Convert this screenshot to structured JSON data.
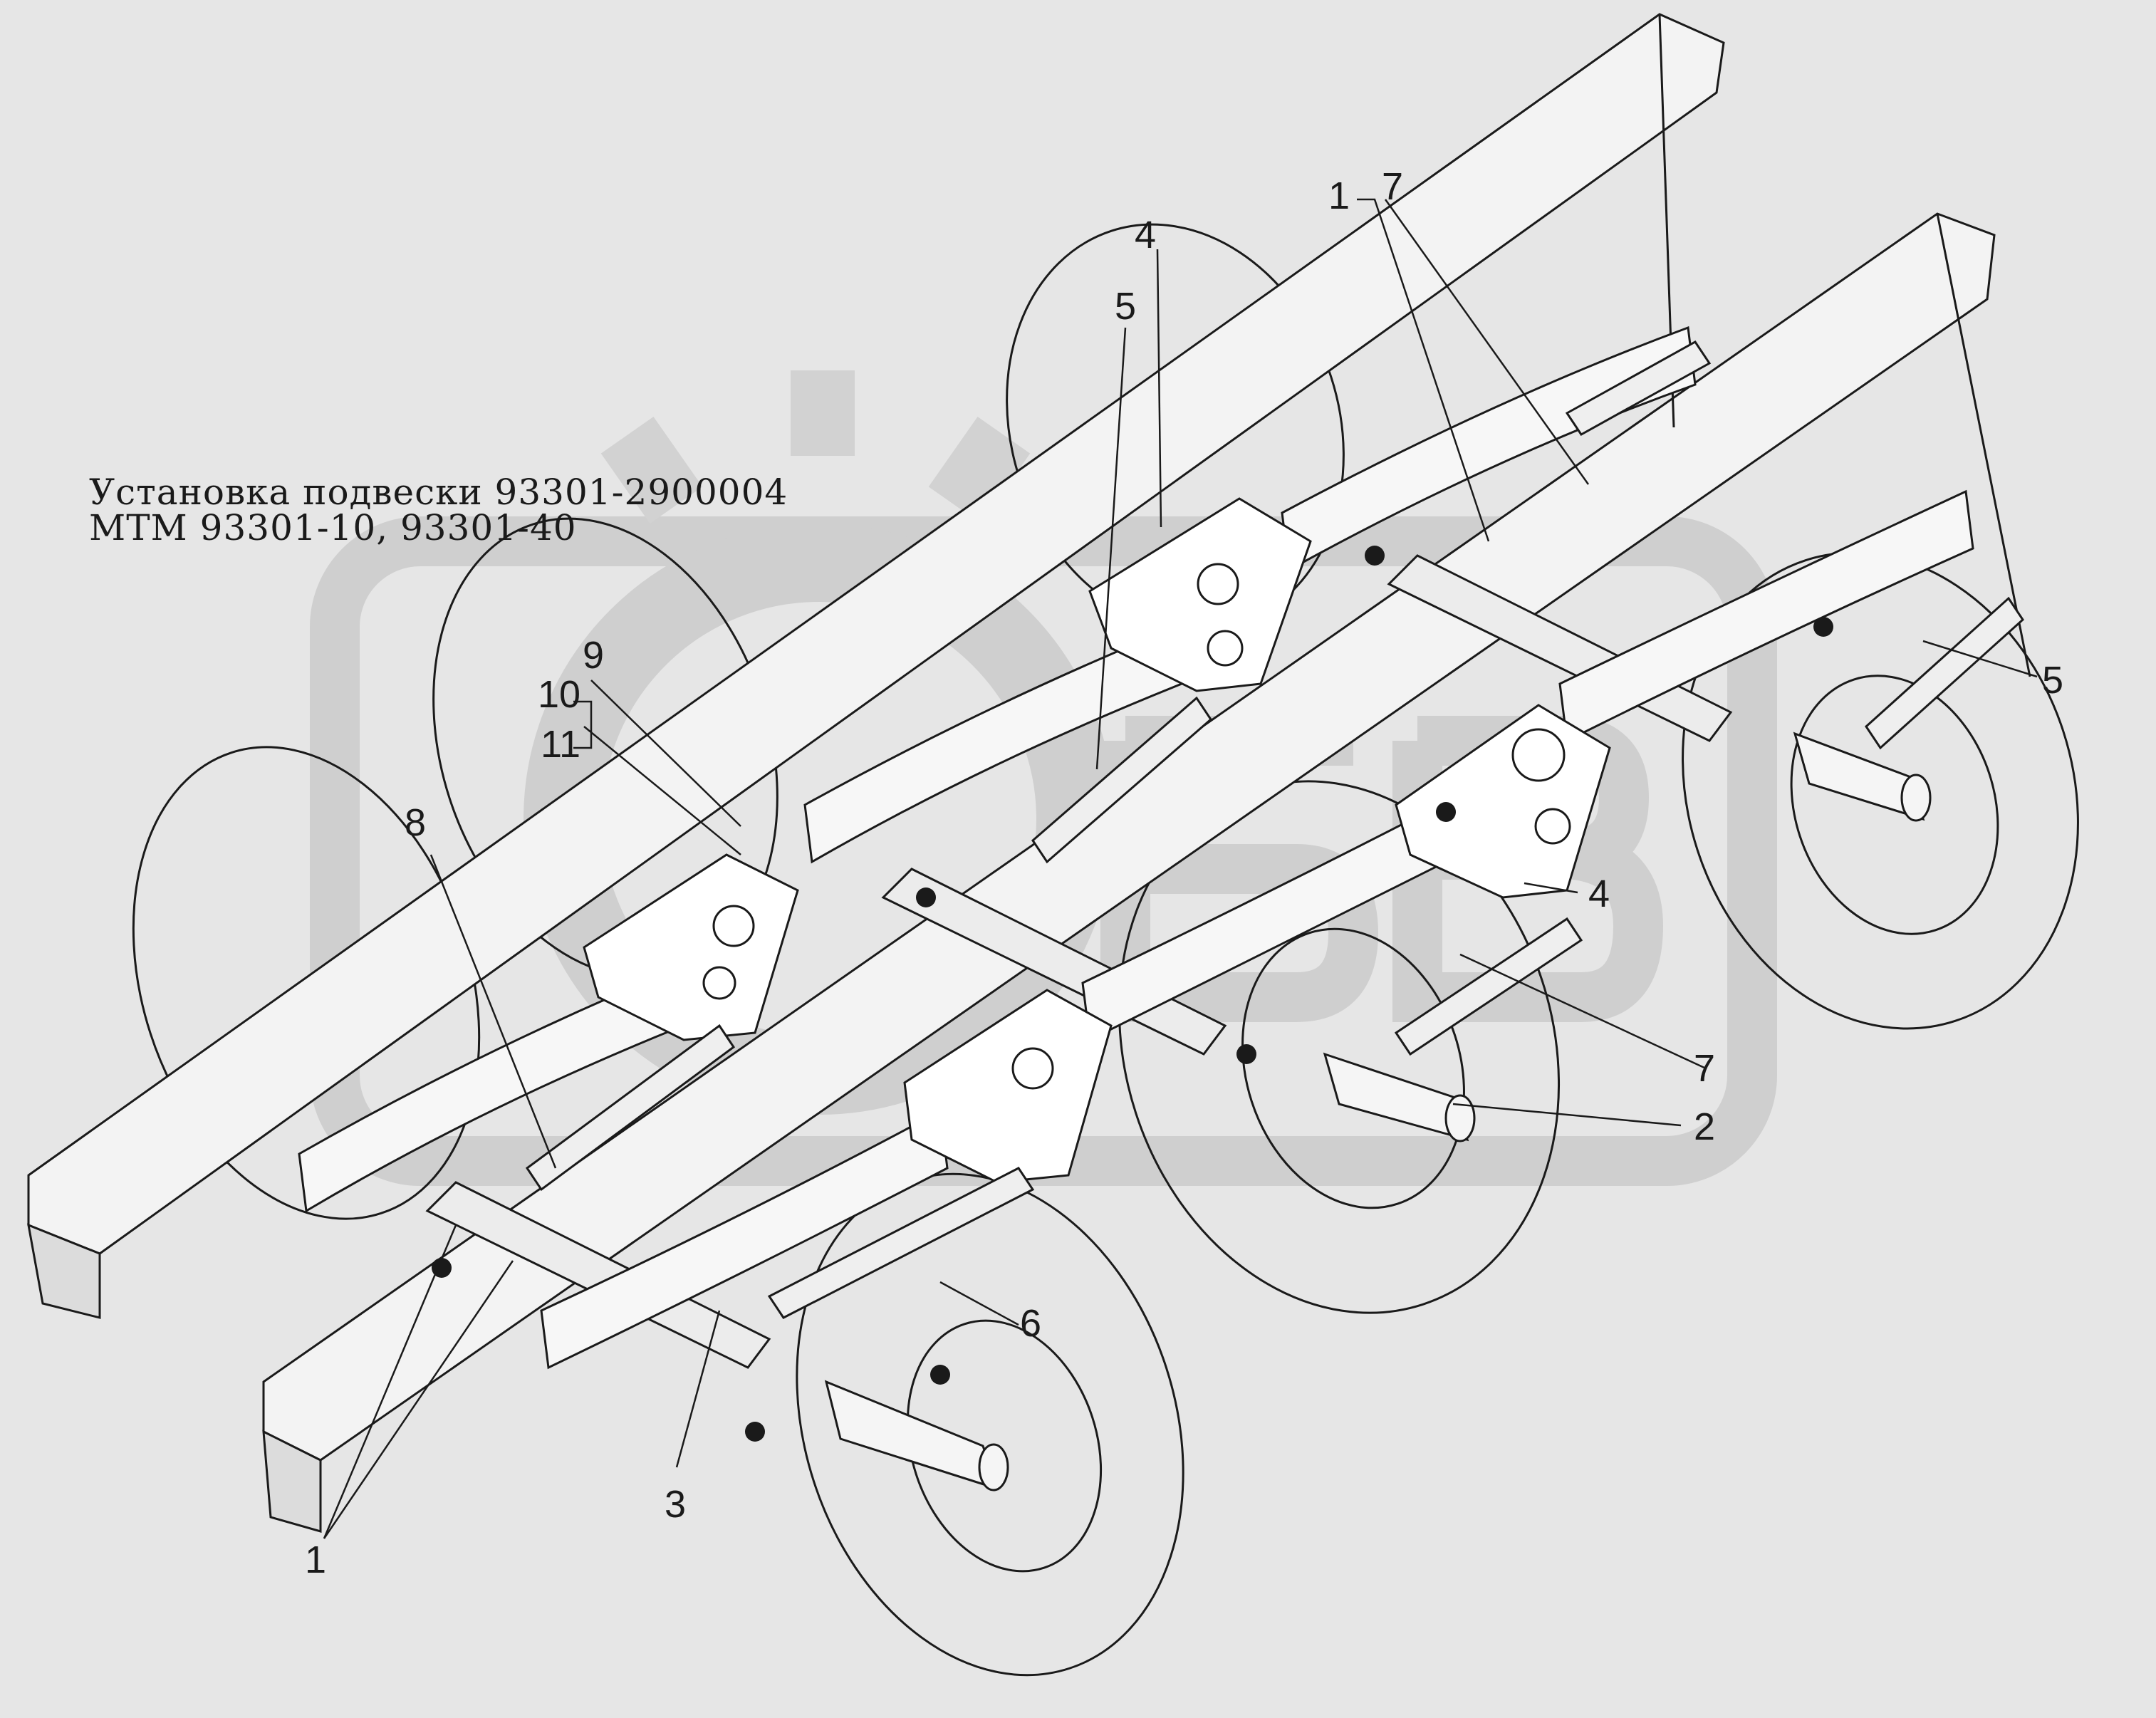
{
  "title": {
    "line1": "Установка подвески 93301-2900004",
    "line2": "МТМ 93301-10, 93301-40"
  },
  "watermark": {
    "text": "ОБВ",
    "description_icon": "gear-logo"
  },
  "colors": {
    "background": "#e6e6e6",
    "ink": "#1a1a1a",
    "watermark": "#d0d0d0"
  },
  "callouts": [
    {
      "id": "c-1-top",
      "label": "1"
    },
    {
      "id": "c-7-top",
      "label": "7"
    },
    {
      "id": "c-4-top",
      "label": "4"
    },
    {
      "id": "c-5-top",
      "label": "5"
    },
    {
      "id": "c-9",
      "label": "9"
    },
    {
      "id": "c-10",
      "label": "10"
    },
    {
      "id": "c-11",
      "label": "11"
    },
    {
      "id": "c-8",
      "label": "8"
    },
    {
      "id": "c-5-right",
      "label": "5"
    },
    {
      "id": "c-4-right",
      "label": "4"
    },
    {
      "id": "c-7-right",
      "label": "7"
    },
    {
      "id": "c-2",
      "label": "2"
    },
    {
      "id": "c-6",
      "label": "6"
    },
    {
      "id": "c-3",
      "label": "3"
    },
    {
      "id": "c-1-bottom",
      "label": "1"
    }
  ]
}
